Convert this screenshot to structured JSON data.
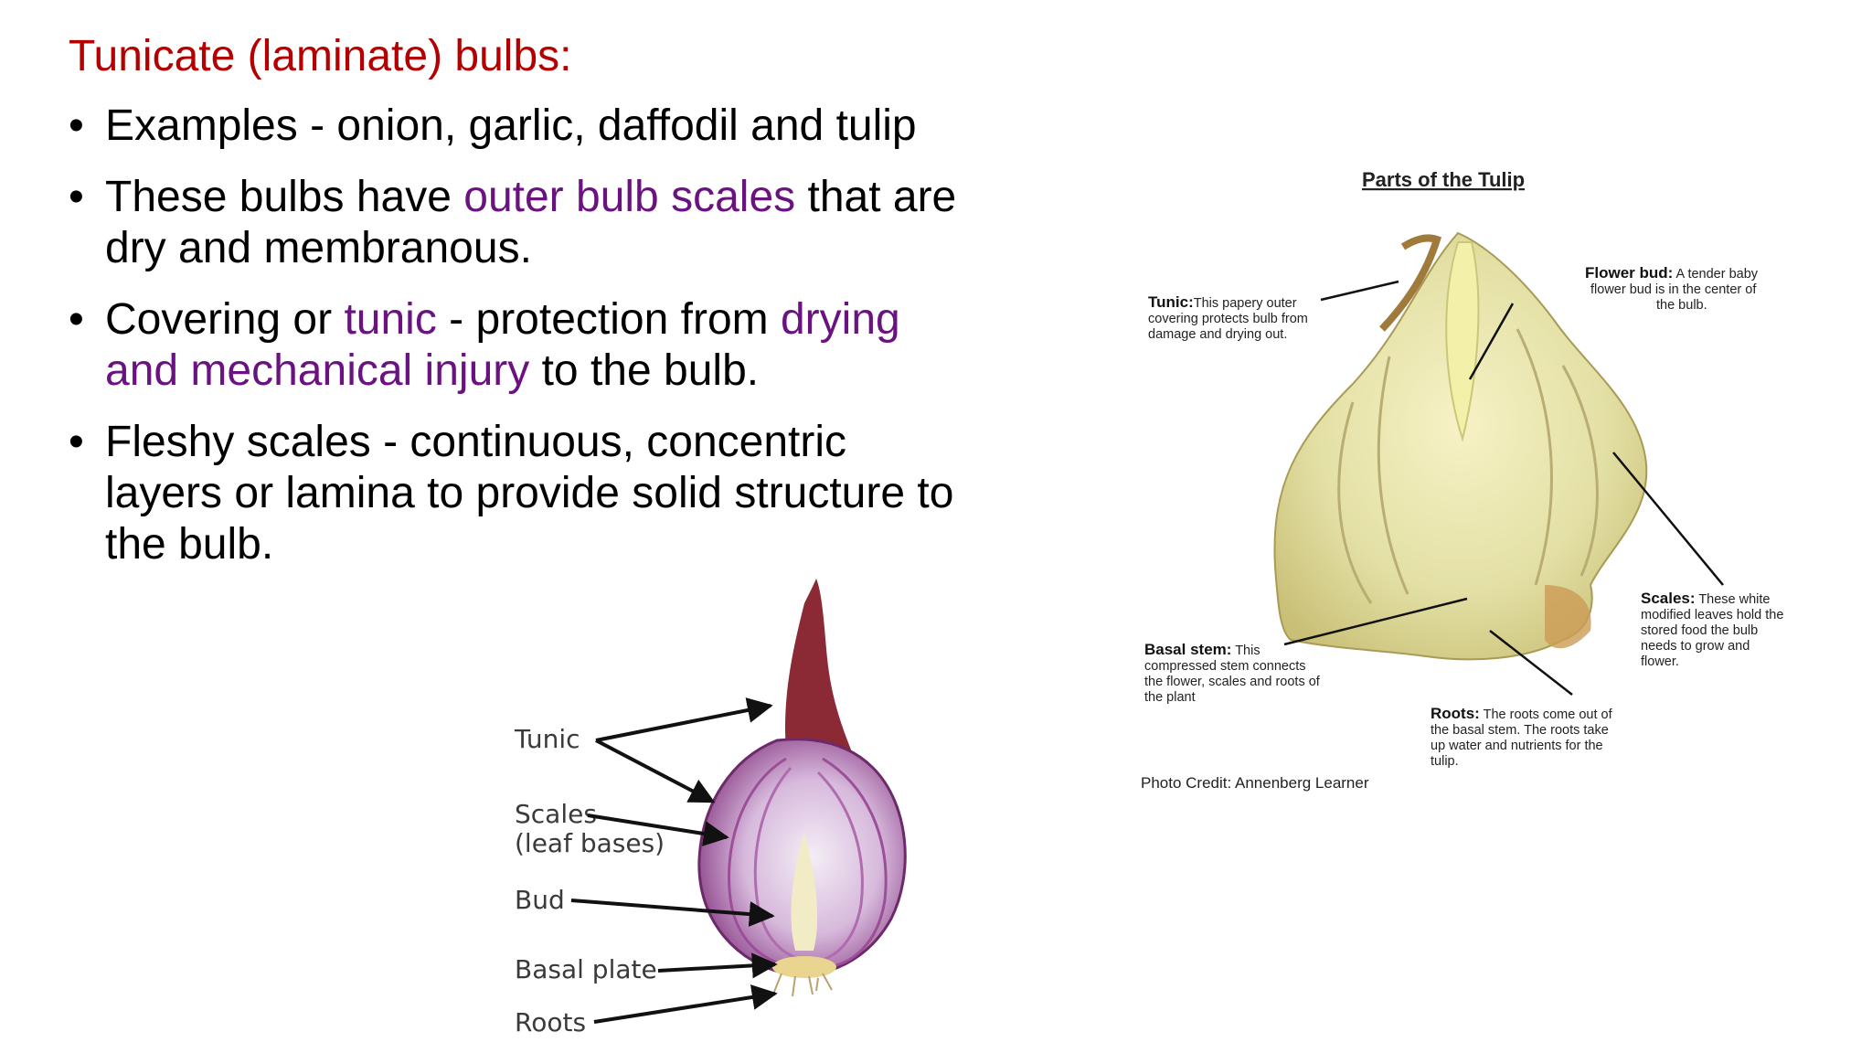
{
  "heading": "Tunicate (laminate) bulbs:",
  "bullet_symbol": "•",
  "bullets": [
    {
      "t1": "Examples - onion, garlic, daffodil and tulip"
    },
    {
      "t1": "These bulbs have ",
      "h1": "outer bulb scales",
      "t2": " that are",
      "t3": "dry and membranous."
    },
    {
      "t1": "Covering or ",
      "h1": "tunic",
      "t2": " - protection from ",
      "h2": "drying",
      "h3": "and mechanical injury",
      "t3": " to the bulb."
    },
    {
      "t1": "Fleshy scales - continuous, concentric",
      "t2": "layers or lamina to provide solid structure to",
      "t3": "the bulb."
    }
  ],
  "onion_labels": {
    "tunic": "Tunic",
    "scales_1": "Scales",
    "scales_2": "(leaf bases)",
    "bud": "Bud",
    "basal_plate": "Basal plate",
    "roots": "Roots"
  },
  "tulip": {
    "title": "Parts of the Tulip",
    "tunic": {
      "bold": "Tunic:",
      "lines": [
        "This papery outer",
        "covering protects bulb from",
        "damage and drying out."
      ]
    },
    "flower_bud": {
      "bold": "Flower bud:",
      "lines": [
        " A tender baby",
        "flower bud is in the center of",
        "the bulb."
      ]
    },
    "basal_stem": {
      "bold": "Basal stem:",
      "lines": [
        " This",
        "compressed stem connects",
        "the flower, scales and roots of",
        "the plant"
      ]
    },
    "scales": {
      "bold": "Scales:",
      "lines": [
        " These white",
        "modified leaves hold the",
        "stored food the bulb",
        "needs to grow and",
        "flower."
      ]
    },
    "roots": {
      "bold": "Roots:",
      "lines": [
        " The roots come out of",
        "the basal stem. The roots take",
        "up water and nutrients for the",
        "tulip."
      ]
    },
    "credit": "Photo Credit: Annenberg Learner"
  },
  "colors": {
    "heading": "#b30000",
    "highlight": "#6a1380",
    "text": "#000000"
  }
}
